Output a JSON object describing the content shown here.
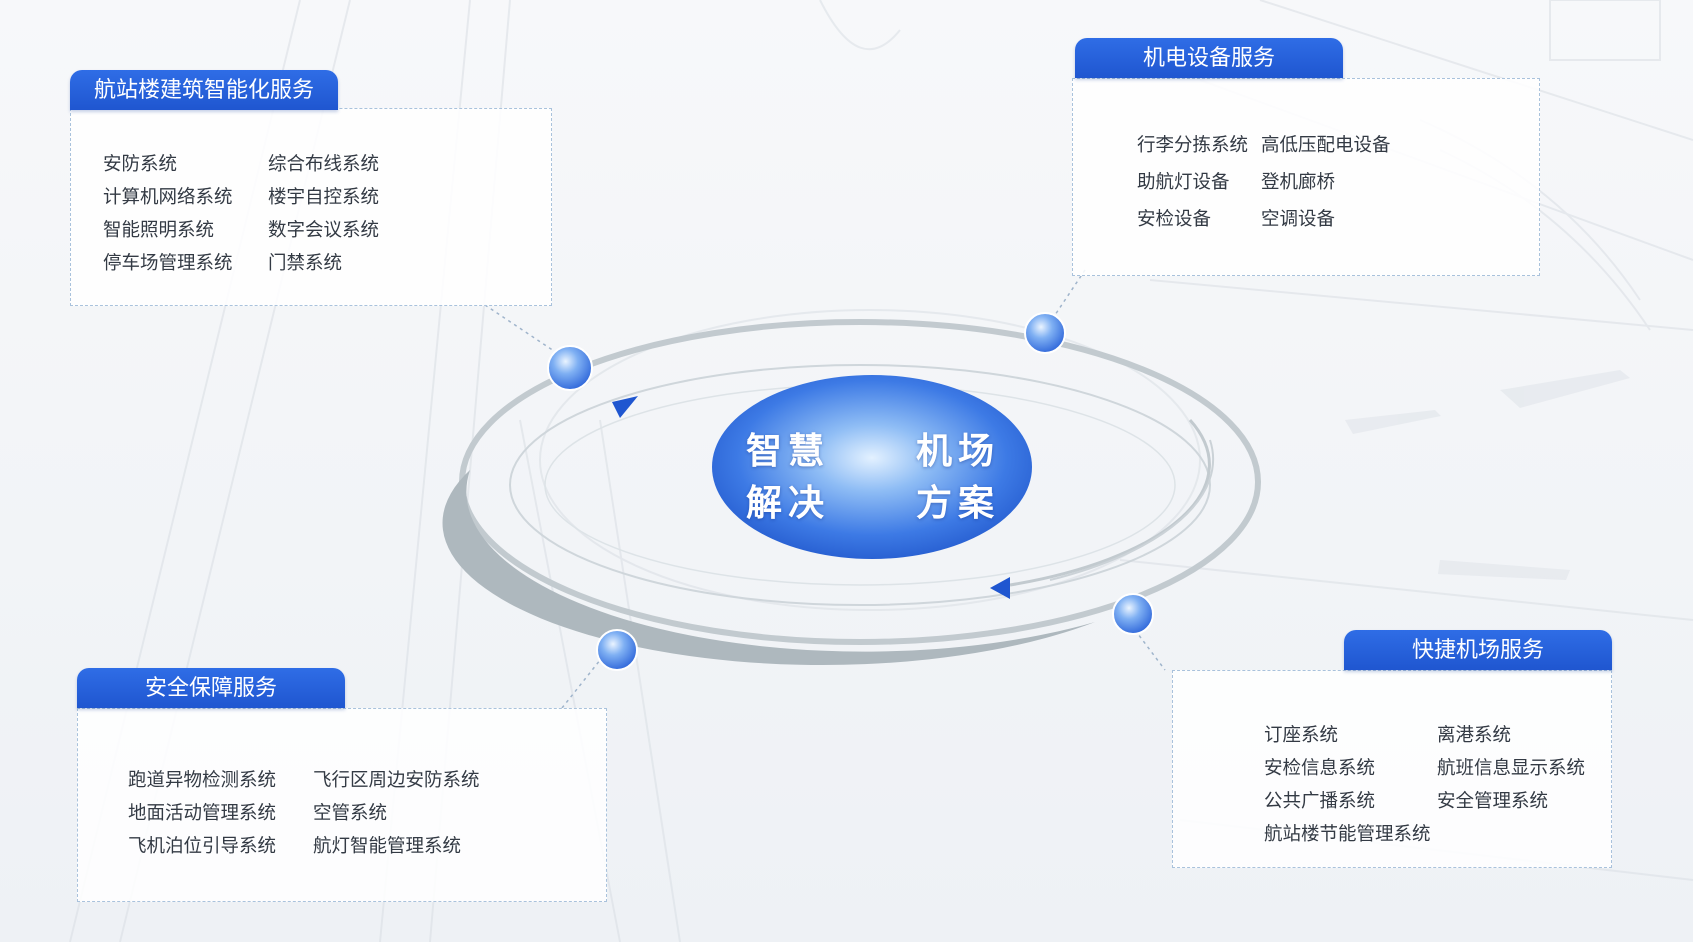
{
  "center": {
    "line1_left": "智慧",
    "line1_right": "机场",
    "line2_left": "解决",
    "line2_right": "方案"
  },
  "panels": {
    "terminal": {
      "title": "航站楼建筑智能化服务",
      "items": [
        "安防系统",
        "综合布线系统",
        "计算机网络系统",
        "楼宇自控系统",
        "智能照明系统",
        "数字会议系统",
        "停车场管理系统",
        "门禁系统"
      ]
    },
    "electromechanical": {
      "title": "机电设备服务",
      "items": [
        "行李分拣系统",
        "高低压配电设备",
        "助航灯设备",
        "登机廊桥",
        "安检设备",
        "空调设备"
      ]
    },
    "safety": {
      "title": "安全保障服务",
      "items": [
        "跑道异物检测系统",
        "飞行区周边安防系统",
        "地面活动管理系统",
        "空管系统",
        "飞机泊位引导系统",
        "航灯智能管理系统"
      ]
    },
    "express": {
      "title": "快捷机场服务",
      "items": [
        "订座系统",
        "离港系统",
        "安检信息系统",
        "航班信息显示系统",
        "公共广播系统",
        "安全管理系统",
        "航站楼节能管理系统"
      ]
    }
  },
  "colors": {
    "accent": "#1f56d0",
    "ring": "#b9c3c9",
    "panel_border": "#a9c2dc",
    "node": "#3f7fe6"
  }
}
